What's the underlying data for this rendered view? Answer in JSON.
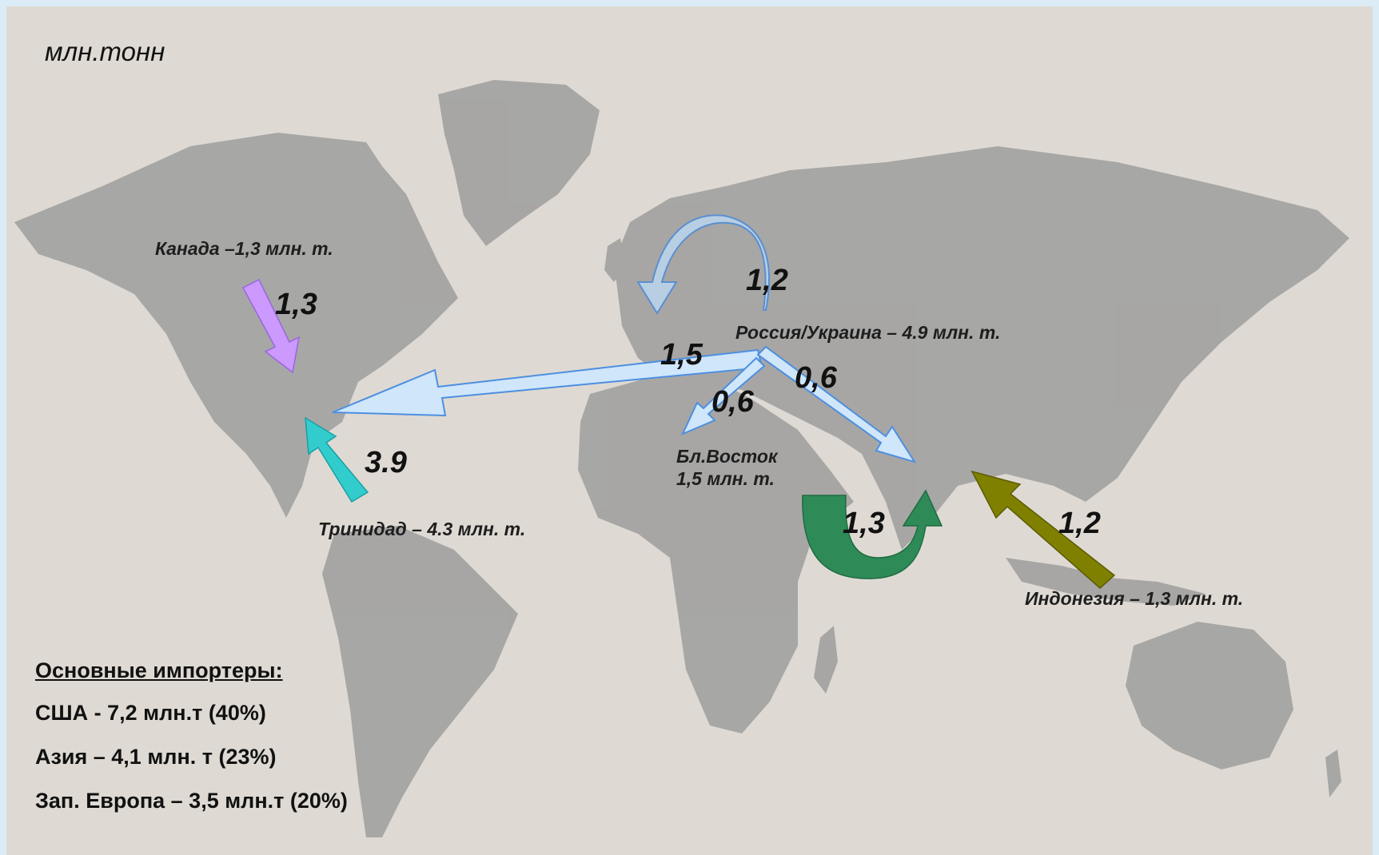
{
  "unit_label": "млн.тонн",
  "sources": {
    "canada": "Канада –1,3 млн. т.",
    "russia": "Россия/Украина – 4.9 млн. т.",
    "trinidad": "Тринидад – 4.3 млн. т.",
    "mideast_line1": "Бл.Восток",
    "mideast_line2": "1,5 млн. т.",
    "indonesia": "Индонезия – 1,3 млн. т."
  },
  "flows": {
    "canada_usa": "1,3",
    "russia_europe": "1,2",
    "russia_usa": "1,5",
    "russia_mideast": "0,6",
    "russia_asia": "0,6",
    "trinidad_usa": "3.9",
    "mideast_asia": "1,3",
    "indonesia_asia": "1,2"
  },
  "importers": {
    "title": "Основные импортеры:",
    "items": [
      "США - 7,2 млн.т (40%)",
      "Азия – 4,1 млн. т (23%)",
      "Зап. Европа – 3,5 млн.т (20%)"
    ]
  },
  "colors": {
    "background": "#dedad3",
    "land": "#9c9c9c",
    "russia_arrows": "#cfe6fb",
    "russia_arrow_outline": "#4d8fe0",
    "canada_arrow": "#cc99ff",
    "trinidad_arrow": "#33cccc",
    "mideast_arrow": "#2e8b57",
    "indonesia_arrow": "#808000"
  }
}
